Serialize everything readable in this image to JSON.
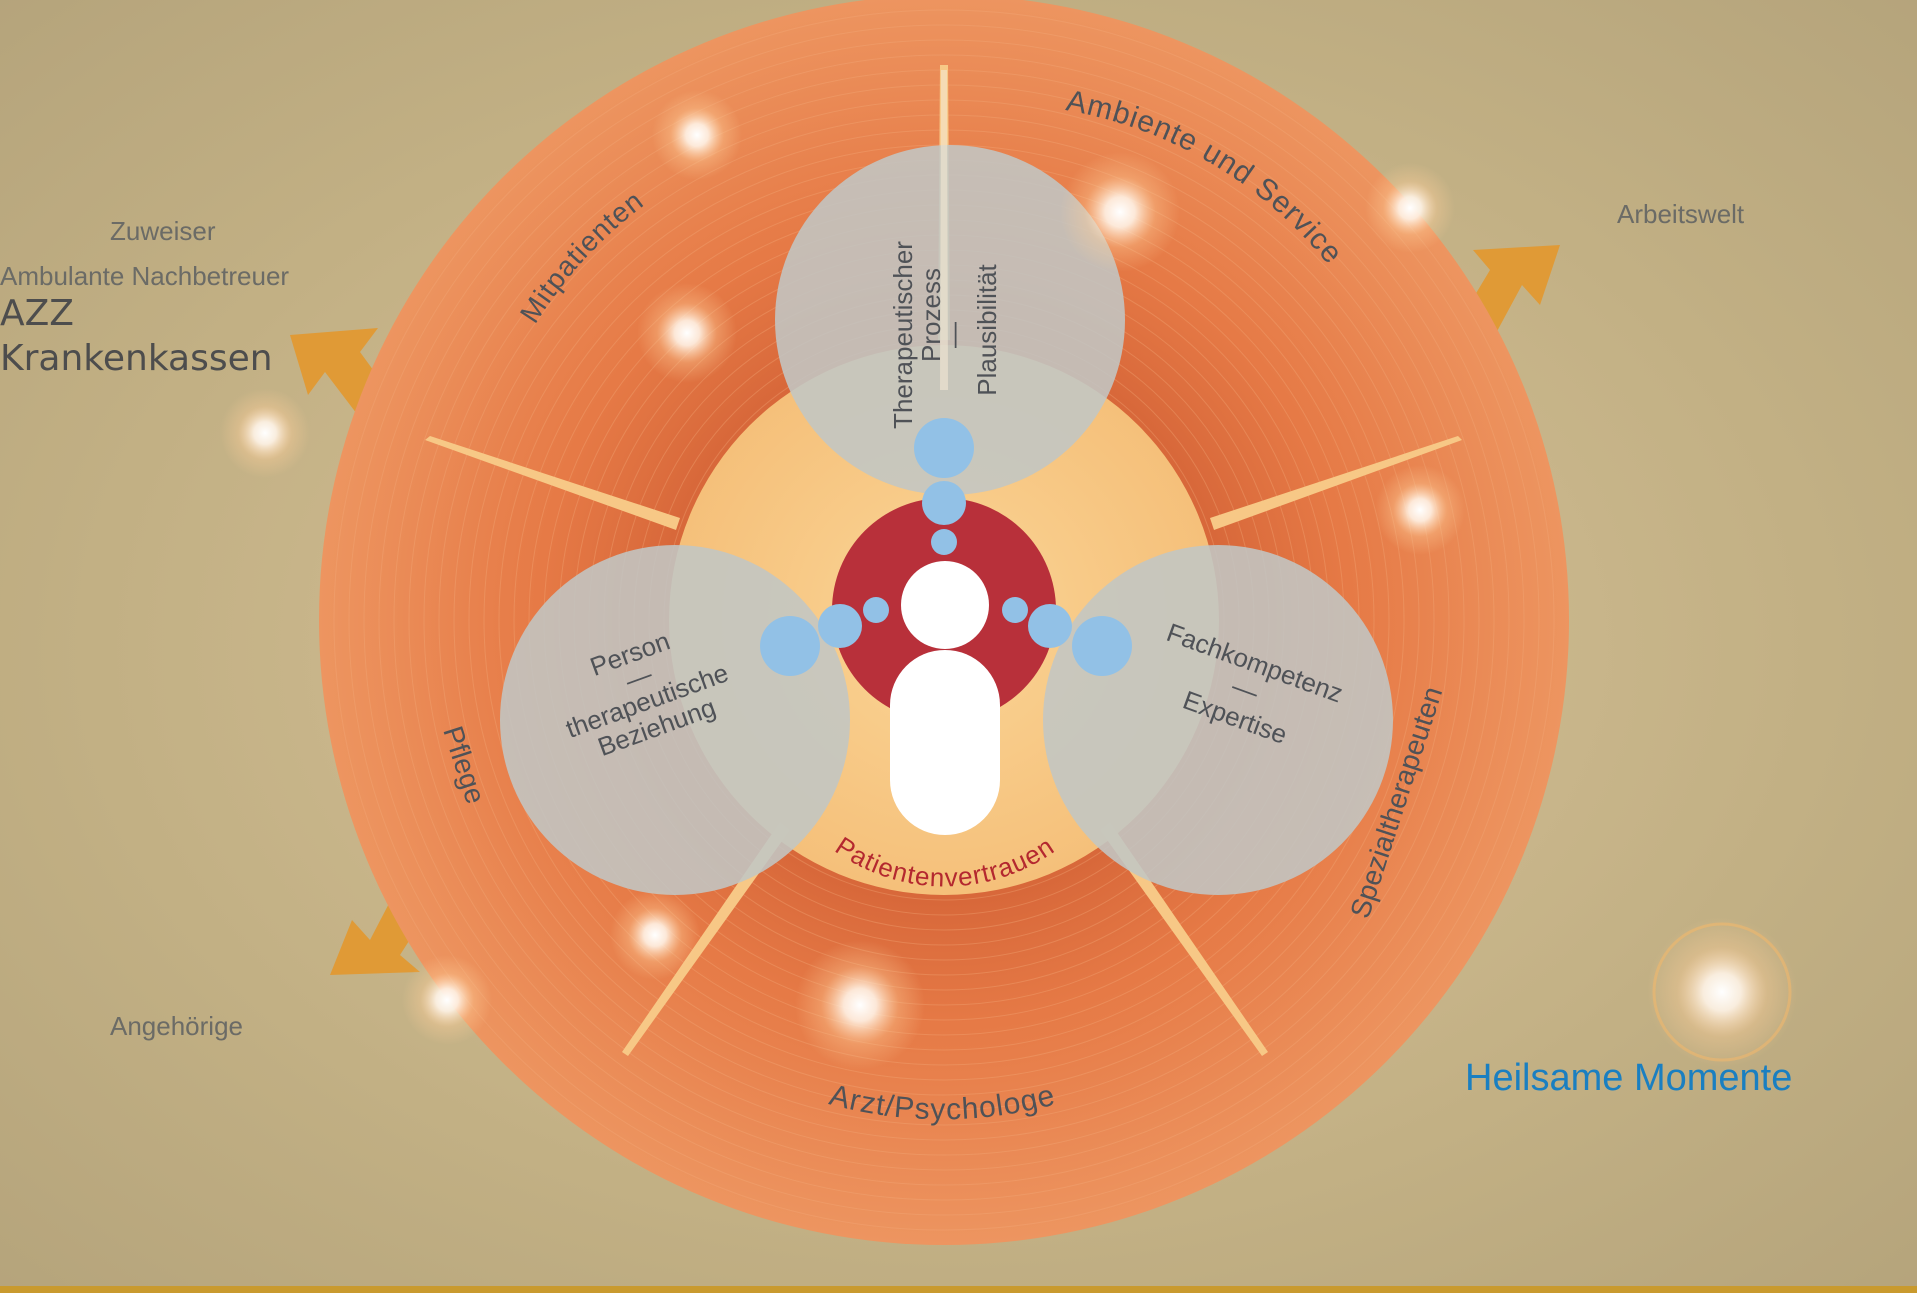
{
  "diagram": {
    "ring_labels": {
      "mitpatienten": "Mitpatienten",
      "ambiente": "Ambiente und Service",
      "pflege": "Pflege",
      "spezial": "Spezialtherapeuten",
      "arzt": "Arzt/Psychologe"
    },
    "circles": {
      "top": {
        "line1": "Therapeutischer",
        "line2": "Prozess",
        "line3": "—",
        "line4": "Plausibilität"
      },
      "left": {
        "line1": "Person",
        "line2": "—",
        "line3": "therapeutische",
        "line4": "Beziehung"
      },
      "right": {
        "line1": "Fachkompetenz",
        "line2": "—",
        "line3": "Expertise"
      }
    },
    "inner_label": "Patientenvertrauen",
    "outside_labels": {
      "zuweiser": "Zuweiser",
      "ambulante": "Ambulante Nachbetreuer",
      "azz": "AZZ",
      "krankenkassen": "Krankenkassen",
      "arbeitswelt": "Arbeitswelt",
      "angehoerige": "Angehörige",
      "heilsame": "Heilsame Momente"
    }
  },
  "colors": {
    "background": "#b8a880",
    "outer_ring": "#e8854e",
    "inner_disc": "#f7c886",
    "core": "#b8303a",
    "circle_overlay": "#c2c6c4",
    "connector_dots": "#92c1e6",
    "arrow": "#e09a36",
    "text_dark": "#4f5257",
    "text_grey": "#6b6b66",
    "accent_blue": "#1a7fc1",
    "patient_label": "#b4282f"
  }
}
